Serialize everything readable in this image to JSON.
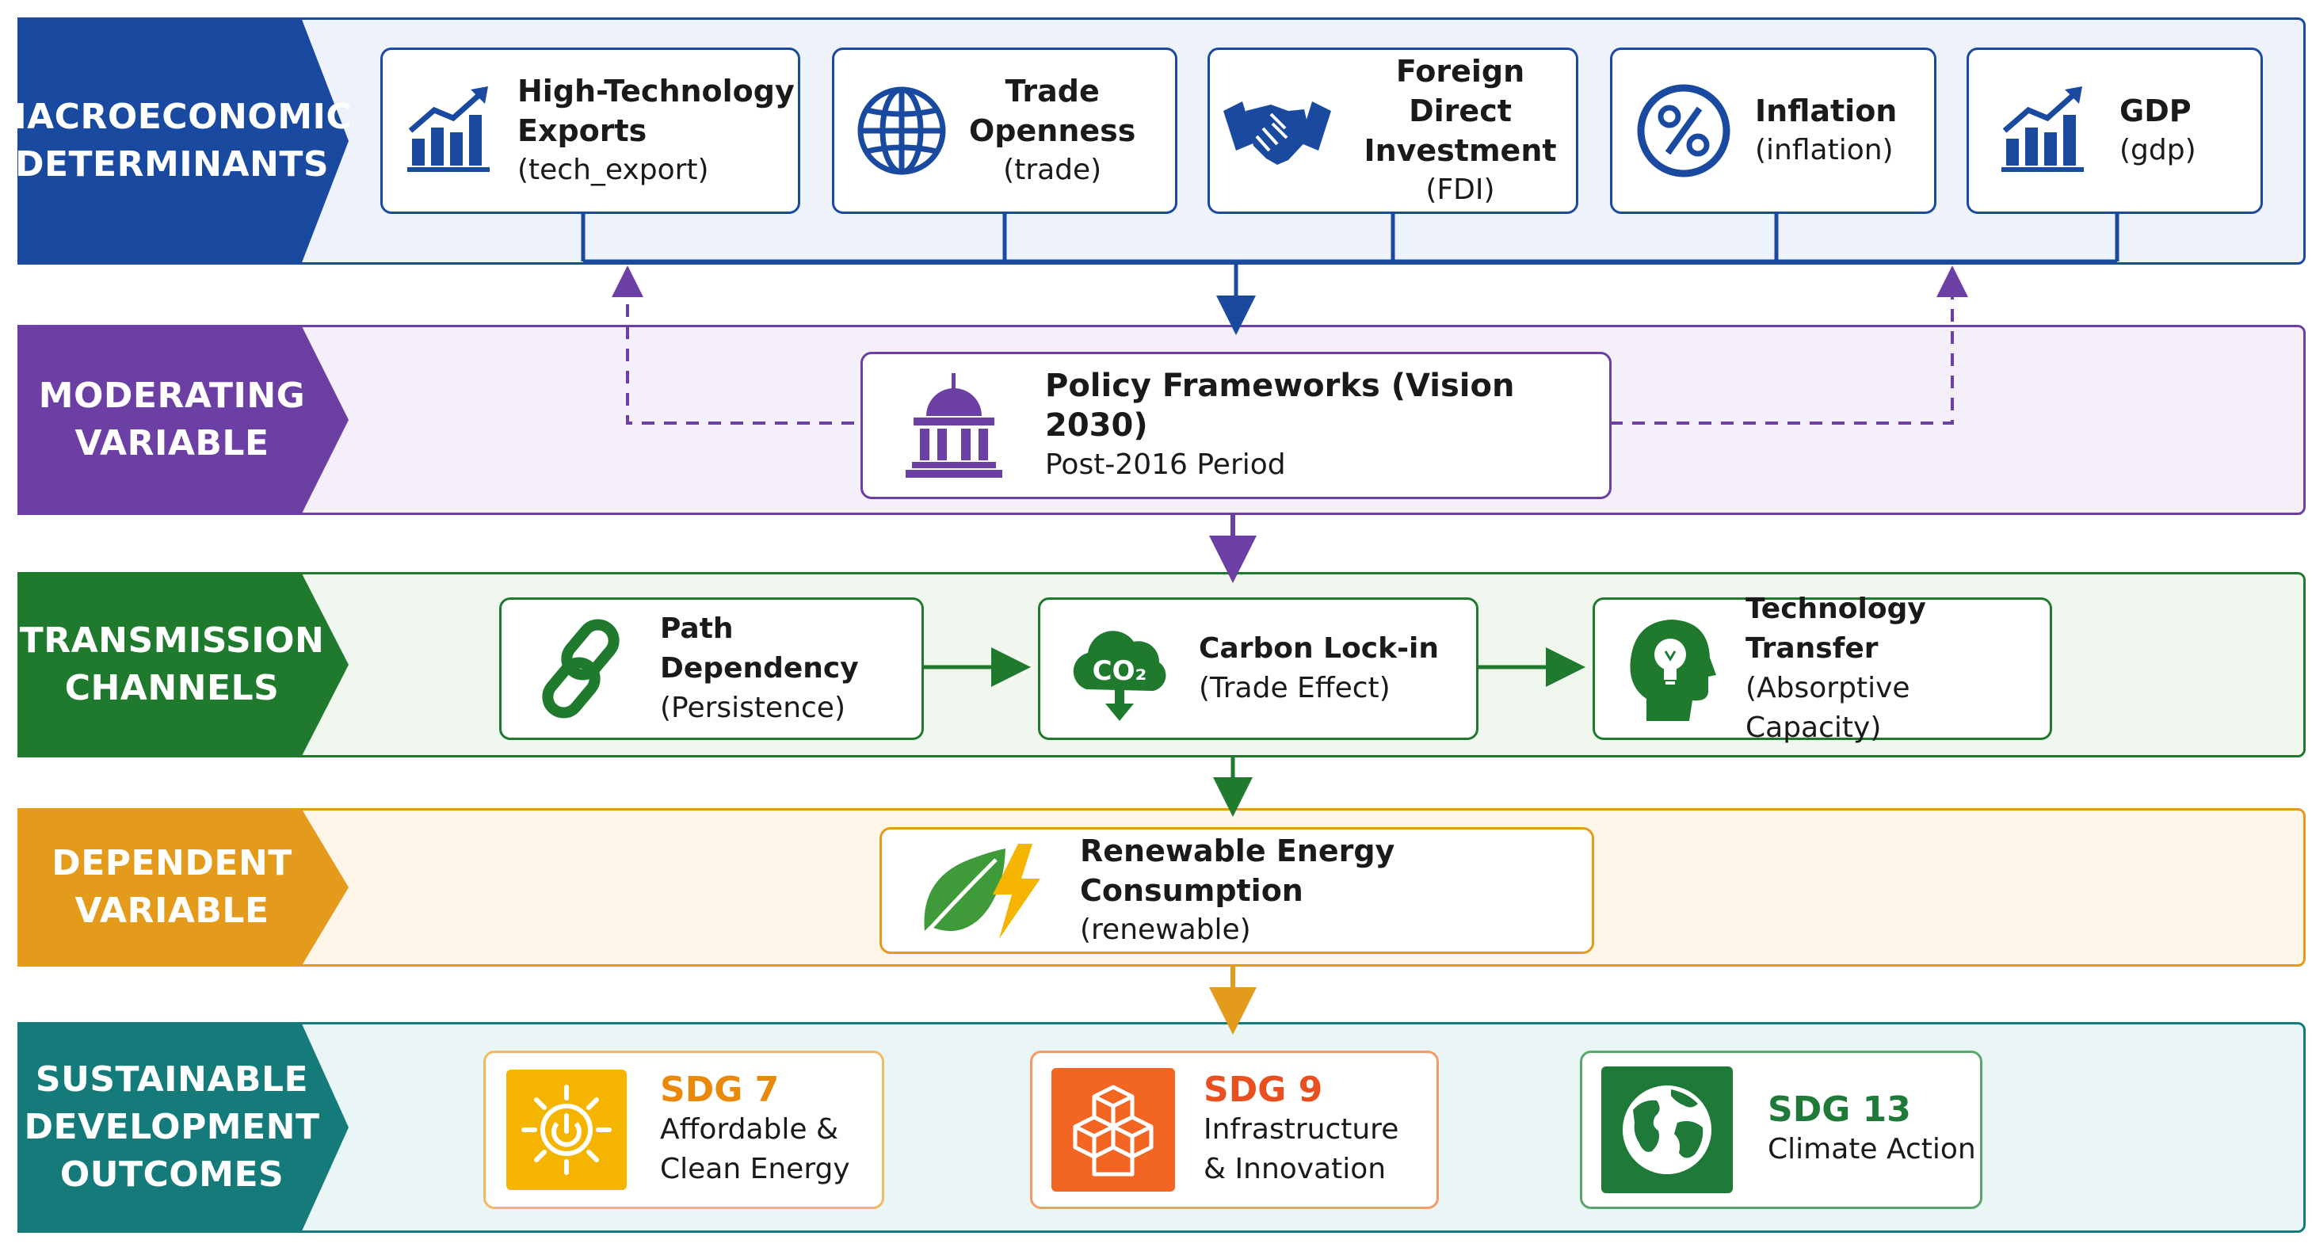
{
  "rows": {
    "macro": {
      "line1": "MACROECONOMIC",
      "line2": "DETERMINANTS",
      "color": "#1a4aa0",
      "bg": "#eef3fb"
    },
    "moderating": {
      "line1": "MODERATING",
      "line2": "VARIABLE",
      "color": "#6b3fa3",
      "bg": "#f5effa"
    },
    "transmission": {
      "line1": "TRANSMISSION",
      "line2": "CHANNELS",
      "color": "#1f7a2e",
      "bg": "#eff7ee"
    },
    "dependent": {
      "line1": "DEPENDENT",
      "line2": "VARIABLE",
      "color": "#e49a1b",
      "bg": "#fdf5e7"
    },
    "outcomes": {
      "line1": "SUSTAINABLE",
      "line2": "DEVELOPMENT",
      "line3": "OUTCOMES",
      "color": "#147a7a",
      "bg": "#eaf5f5"
    }
  },
  "determinants": [
    {
      "title1": "High-Technology",
      "title2": "Exports",
      "sub": "(tech_export)",
      "icon": "bar-chart-up-icon"
    },
    {
      "title1": "Trade",
      "title2": "Openness",
      "sub": "(trade)",
      "icon": "globe-icon"
    },
    {
      "title1": "Foreign Direct",
      "title2": "Investment",
      "sub": "(FDI)",
      "icon": "handshake-icon"
    },
    {
      "title1": "Inflation",
      "sub": "(inflation)",
      "icon": "percent-icon"
    },
    {
      "title1": "GDP",
      "sub": "(gdp)",
      "icon": "bar-chart-up-icon"
    }
  ],
  "policy": {
    "title": "Policy Frameworks (Vision 2030)",
    "sub": "Post-2016 Period",
    "icon": "government-building-icon"
  },
  "channels": [
    {
      "title": "Path Dependency",
      "sub": "(Persistence)",
      "icon": "chain-link-icon"
    },
    {
      "title": "Carbon Lock-in",
      "sub": "(Trade Effect)",
      "icon": "co2-cloud-icon",
      "icon_text": "CO₂"
    },
    {
      "title": "Technology Transfer",
      "sub": "(Absorptive Capacity)",
      "icon": "head-lightbulb-icon"
    }
  ],
  "dependent": {
    "title": "Renewable Energy Consumption",
    "sub": "(renewable)",
    "icon": "leaf-lightning-icon"
  },
  "sdgs": [
    {
      "title": "SDG 7",
      "line1": "Affordable &",
      "line2": "Clean Energy",
      "icon": "sun-power-icon",
      "color": "#f4b400",
      "title_color": "#e8890c"
    },
    {
      "title": "SDG 9",
      "line1": "Infrastructure",
      "line2": "& Innovation",
      "icon": "cubes-icon",
      "color": "#f26522",
      "title_color": "#e8501f"
    },
    {
      "title": "SDG 13",
      "line1": "Climate Action",
      "icon": "earth-icon",
      "color": "#1f7a3a",
      "title_color": "#1f7a3a"
    }
  ]
}
